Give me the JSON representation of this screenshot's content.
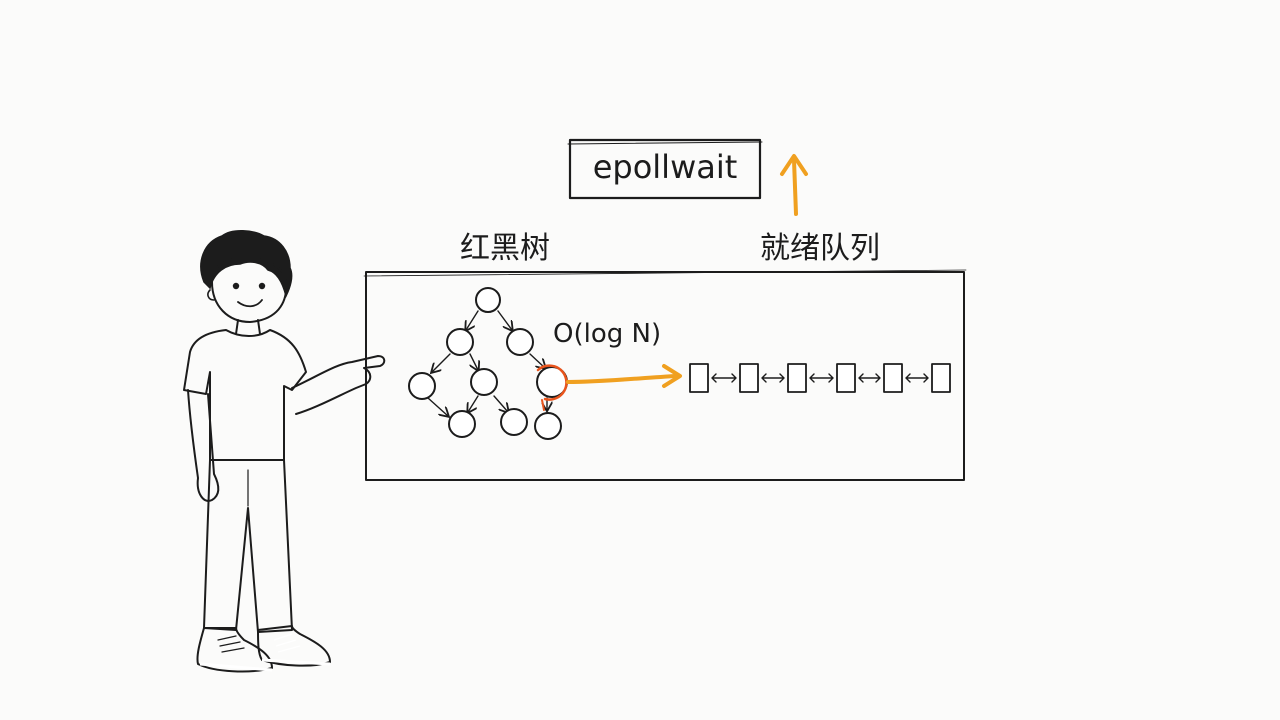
{
  "syscall_box": {
    "text": "epollwait"
  },
  "labels": {
    "tree": "红黑树",
    "queue": "就绪队列",
    "complexity": "O(log N)"
  },
  "colors": {
    "ink": "#1c1c1c",
    "accent": "#f0a020",
    "highlight": "#e8541c",
    "shirt": "#ffffff",
    "pants": "#5a6068",
    "shoes": "#2f62c4",
    "skin": "#ffffff"
  },
  "tree": {
    "node_count": 9,
    "highlighted_node_index": 7
  },
  "ready_queue": {
    "node_count": 6,
    "link_type": "bidirectional"
  }
}
